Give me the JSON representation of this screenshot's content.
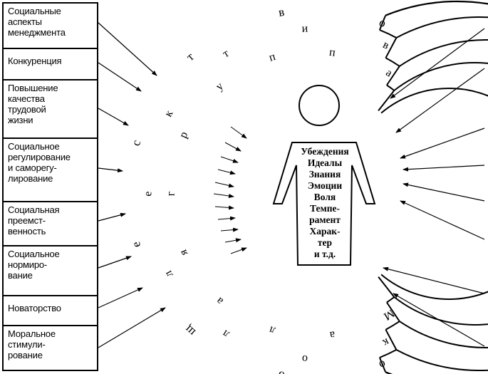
{
  "left_boxes": [
    {
      "lines": [
        "Социальные",
        "аспекты",
        "менеджмента"
      ]
    },
    {
      "lines": [
        "Конкуренция"
      ]
    },
    {
      "lines": [
        "Повышение",
        "качества",
        "трудовой",
        "жизни"
      ]
    },
    {
      "lines": [
        "Социальное",
        "регулирование",
        "и саморегу-",
        "лирование"
      ]
    },
    {
      "lines": [
        "Социальная",
        "преемст-",
        "венность"
      ]
    },
    {
      "lines": [
        "Социальное",
        "нормиро-",
        "вание"
      ]
    },
    {
      "lines": [
        "Новаторство"
      ]
    },
    {
      "lines": [
        "Моральное",
        "стимули-",
        "рование"
      ]
    }
  ],
  "outer_ring_word": "общество",
  "middle_ring_word": "коллектив",
  "inner_ring_word": "малая группа",
  "person_traits": [
    "Убеждения",
    "Идеалы",
    "Знания",
    "Эмоции",
    "Воля",
    "Темпе-",
    "рамент",
    "Харак-",
    "тер",
    "и т.д."
  ],
  "ring_letters": {
    "outer": [
      "о",
      "б",
      "щ",
      "е",
      "с",
      "т",
      "в",
      "о"
    ],
    "middle": [
      "к",
      "о",
      "л",
      "л",
      "е",
      "к",
      "т",
      "и",
      "в"
    ],
    "inner": [
      "М",
      "а",
      "л",
      "а",
      "я",
      "г",
      "р",
      "у",
      "п",
      "п",
      "а"
    ]
  }
}
